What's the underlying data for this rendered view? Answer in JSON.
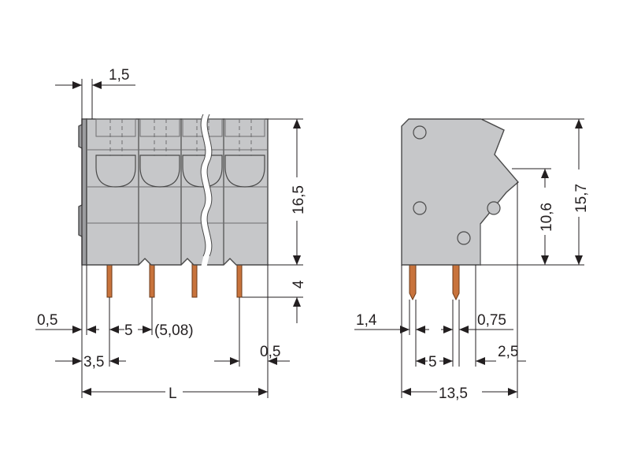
{
  "colors": {
    "housing": "#c6c7c9",
    "housing_side": "#9c9da0",
    "outline": "#4a4a4a",
    "pin": "#c8733c",
    "dimension_line": "#231f20"
  },
  "front_view": {
    "dims": {
      "top_offset": "1,5",
      "height": "16,5",
      "pin_length": "4",
      "left_edge": "0,5",
      "pitch": "5",
      "pitch_alt": "(5,08)",
      "pin_offset": "3,5",
      "right_edge": "0,5",
      "total_length": "L"
    }
  },
  "side_view": {
    "dims": {
      "height_total": "15,7",
      "height_entry": "10,6",
      "pin_width": "1,4",
      "pin_thickness": "0,75",
      "pin_spacing": "5",
      "back_offset": "2,5",
      "depth": "13,5"
    }
  }
}
